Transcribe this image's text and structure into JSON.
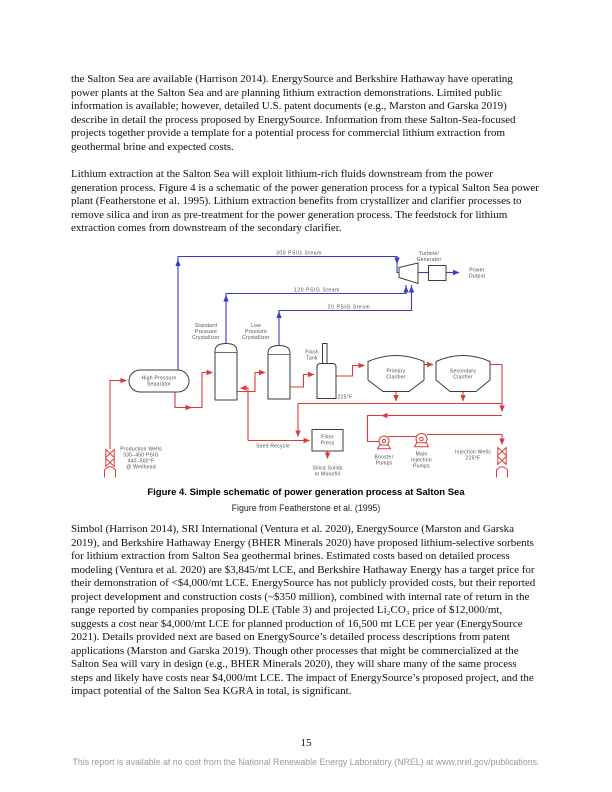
{
  "document": {
    "paragraphs": [
      "the Salton Sea are available (Harrison 2014). EnergySource and Berkshire Hathaway have operating power plants at the Salton Sea and are planning lithium extraction demonstrations. Limited public information is available; however, detailed U.S. patent documents (e.g., Marston and Garska 2019) describe in detail the process proposed by EnergySource. Information from these Salton-Sea-focused projects together provide a template for a potential process for commercial lithium extraction from geothermal brine and expected costs.",
      "Lithium extraction at the Salton Sea will exploit lithium-rich fluids downstream from the power generation process. Figure 4 is a schematic of the power generation process for a typical Salton Sea power plant (Featherstone et al. 1995). Lithium extraction benefits from crystallizer and clarifier processes to remove silica and iron as pre-treatment for the power generation process. The feedstock for lithium extraction comes from downstream of the secondary clarifier.",
      "Simbol (Harrison 2014), SRI International (Ventura et al. 2020), EnergySource (Marston and Garska 2019), and Berkshire Hathaway Energy (BHER Minerals 2020) have proposed lithium-selective sorbents for lithium extraction from Salton Sea geothermal brines. Estimated costs based on detailed process modeling (Ventura et al. 2020) are $3,845/mt LCE, and Berkshire Hathaway Energy has a target price for their demonstration of <$4,000/mt LCE. EnergySource has not publicly provided costs, but their reported project development and construction costs (~$350 million), combined with internal rate of return in the range reported by companies proposing DLE (Table 3) and projected Li₂CO₃ price of $12,000/mt, suggests a cost near $4,000/mt LCE for planned production of 16,500 mt LCE per year (EnergySource 2021). Details provided next are based on EnergySource’s detailed process descriptions from patent applications (Marston and Garska 2019). Though other processes that might be commercialized at the Salton Sea will vary in design (e.g., BHER Minerals 2020), they will share many of the same process steps and likely have costs near $4,000/mt LCE. The impact of EnergySource’s proposed project, and the impact potential of the Salton Sea KGRA in total, is significant."
    ],
    "page_number": "15",
    "footer": "This report is available at no cost from the National Renewable Energy Laboratory (NREL) at www.nrel.gov/publications."
  },
  "figure": {
    "caption": "Figure 4. Simple schematic of power generation process at Salton Sea",
    "credit": "Figure from Featherstone et al. (1995)",
    "colors": {
      "steam_blue": "#3b3bcc",
      "brine_red": "#dd3b3b",
      "equipment_outline": "#3d3d3d",
      "label_gray": "#4d4d4d"
    },
    "labels": {
      "steam_300": "300 PSIG Steam",
      "steam_120": "120 PSIG Steam",
      "steam_20": "20 PSIG Steam",
      "turbine_generator": [
        "Turbine/",
        "Generator"
      ],
      "power_output": [
        "Power",
        "Output"
      ],
      "high_pressure_separator": [
        "High Pressure",
        "Separator"
      ],
      "standard_pressure_crystallizer": [
        "Standard",
        "Pressure",
        "Crystallizer"
      ],
      "low_pressure_crystallizer": [
        "Low",
        "Pressure",
        "Crystallizer"
      ],
      "flash_tank": [
        "Flash",
        "Tank"
      ],
      "flash_temp": "225°F",
      "primary_clarifier": [
        "Primary",
        "Clarifier"
      ],
      "secondary_clarifier": [
        "Secondary",
        "Clarifier"
      ],
      "production_wells": [
        "Production Wells",
        "330–450 PSIG",
        "440–500°F",
        "@ Wellhead"
      ],
      "seed_recycle": "Seed Recycle",
      "filter_press": [
        "Filter",
        "Press"
      ],
      "silica_solids": [
        "Silica Solids",
        "to Monofill"
      ],
      "booster_pumps": [
        "Booster",
        "Pumps"
      ],
      "main_injection_pumps": [
        "Main",
        "Injection",
        "Pumps"
      ],
      "injection_wells": [
        "Injection Wells",
        "225°F"
      ]
    }
  }
}
